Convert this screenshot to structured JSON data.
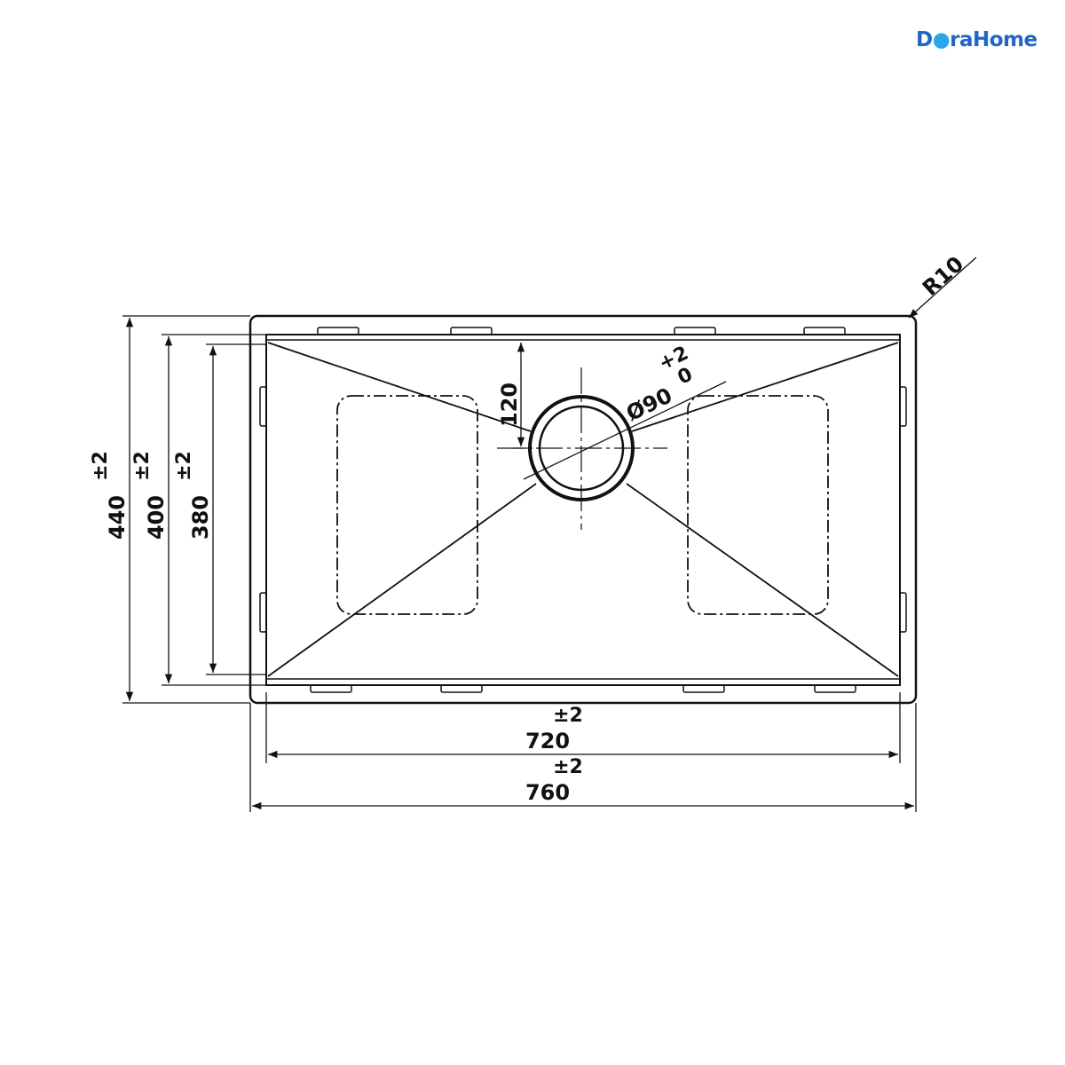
{
  "brand": {
    "name_part1": "D",
    "name_part2": "raHome",
    "logo_icon": "water-drop-icon"
  },
  "dimensions": {
    "overall_length": "760",
    "overall_length_tol": "±2",
    "inner_length": "720",
    "inner_length_tol": "±2",
    "overall_width": "440",
    "overall_width_tol": "±2",
    "mid_width": "400",
    "mid_width_tol": "±2",
    "inner_width": "380",
    "inner_width_tol": "±2",
    "drain_offset": "120",
    "drain_diameter": "Ø90",
    "drain_tol_plus": "+2",
    "drain_tol_minus": "0",
    "corner_radius": "R10"
  }
}
